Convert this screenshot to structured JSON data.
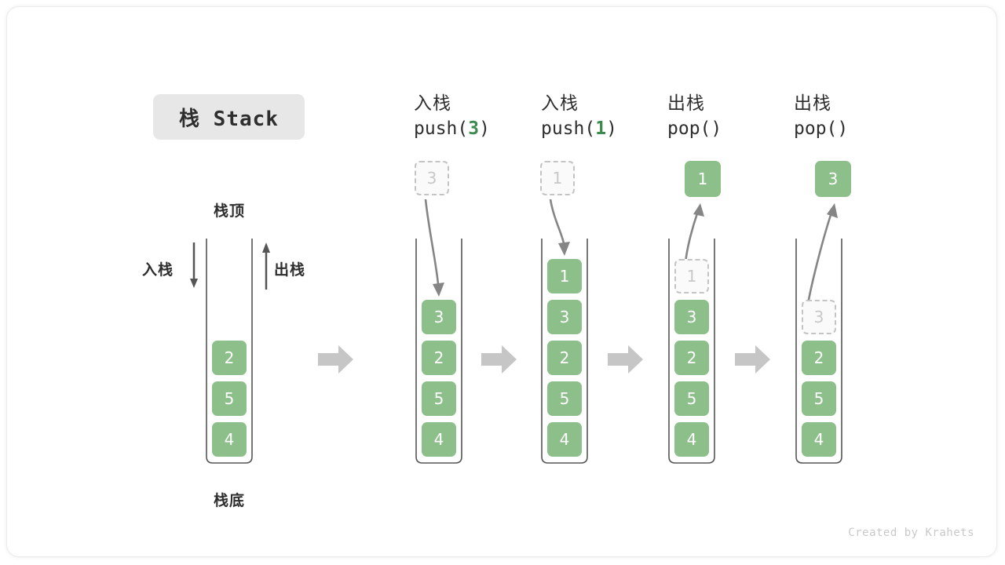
{
  "title": {
    "text": "栈 Stack"
  },
  "labels": {
    "top": "栈顶",
    "bottom": "栈底",
    "push_side": "入栈",
    "pop_side": "出栈"
  },
  "columns": [
    {
      "id": "initial",
      "heading_cn": "",
      "heading_code": "",
      "heading_arg": "",
      "cells": [
        {
          "value": "2",
          "state": "solid"
        },
        {
          "value": "5",
          "state": "solid"
        },
        {
          "value": "4",
          "state": "solid"
        }
      ],
      "float_cell": null
    },
    {
      "id": "push-3",
      "heading_cn": "入栈",
      "heading_code_prefix": "push(",
      "heading_arg": "3",
      "heading_code_suffix": ")",
      "cells": [
        {
          "value": "3",
          "state": "solid"
        },
        {
          "value": "2",
          "state": "solid"
        },
        {
          "value": "5",
          "state": "solid"
        },
        {
          "value": "4",
          "state": "solid"
        }
      ],
      "float_cell": {
        "value": "3",
        "state": "ghost"
      },
      "motion": "down"
    },
    {
      "id": "push-1",
      "heading_cn": "入栈",
      "heading_code_prefix": "push(",
      "heading_arg": "1",
      "heading_code_suffix": ")",
      "cells": [
        {
          "value": "1",
          "state": "solid"
        },
        {
          "value": "3",
          "state": "solid"
        },
        {
          "value": "2",
          "state": "solid"
        },
        {
          "value": "5",
          "state": "solid"
        },
        {
          "value": "4",
          "state": "solid"
        }
      ],
      "float_cell": {
        "value": "1",
        "state": "ghost"
      },
      "motion": "down"
    },
    {
      "id": "pop-1",
      "heading_cn": "出栈",
      "heading_code_prefix": "pop(",
      "heading_arg": "",
      "heading_code_suffix": ")",
      "cells": [
        {
          "value": "1",
          "state": "ghost"
        },
        {
          "value": "3",
          "state": "solid"
        },
        {
          "value": "2",
          "state": "solid"
        },
        {
          "value": "5",
          "state": "solid"
        },
        {
          "value": "4",
          "state": "solid"
        }
      ],
      "float_cell": {
        "value": "1",
        "state": "solid"
      },
      "motion": "up"
    },
    {
      "id": "pop-2",
      "heading_cn": "出栈",
      "heading_code_prefix": "pop(",
      "heading_arg": "",
      "heading_code_suffix": ")",
      "cells": [
        {
          "value": "3",
          "state": "ghost"
        },
        {
          "value": "2",
          "state": "solid"
        },
        {
          "value": "5",
          "state": "solid"
        },
        {
          "value": "4",
          "state": "solid"
        }
      ],
      "float_cell": {
        "value": "3",
        "state": "solid"
      },
      "motion": "up"
    }
  ],
  "separators": [
    "step-arrow-1",
    "step-arrow-2",
    "step-arrow-3",
    "step-arrow-4"
  ],
  "credit": "Created by Krahets",
  "colors": {
    "cell_green": "#8cbf8a",
    "accent_green": "#3c8a4e",
    "ghost_border": "#c4c4c4",
    "ghost_fill": "#fafafa",
    "arrow_gray": "#808080",
    "separator_gray": "#c6c6c6",
    "badge_bg": "#e7e7e7",
    "text_dark": "#2e2e2e"
  }
}
